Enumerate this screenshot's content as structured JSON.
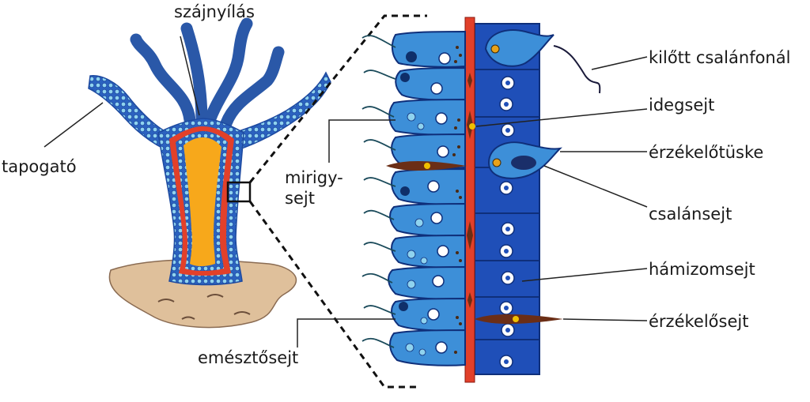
{
  "labels": {
    "mouth": "szájnyílás",
    "tentacle": "tapogató",
    "gland_cell_1": "mirigy-",
    "gland_cell_2": "sejt",
    "digestive_cell": "emésztősejt",
    "fired_thread": "kilőtt csalánfonál",
    "nerve_cell": "idegsejt",
    "sensory_spine": "érzékelőtüske",
    "cnidocyte": "csalánsejt",
    "epitheliomuscular_cell": "hámizomsejt",
    "sensory_cell": "érzékelősejt"
  },
  "colors": {
    "ectoderm": "#1f4fb8",
    "endoderm": "#3d8fd8",
    "mesoglea": "#e2402a",
    "body_cavity": "#f7a81b",
    "substrate": "#dfc09b",
    "tentacle": "#2a58a8",
    "nerve": "#6b2e16"
  }
}
